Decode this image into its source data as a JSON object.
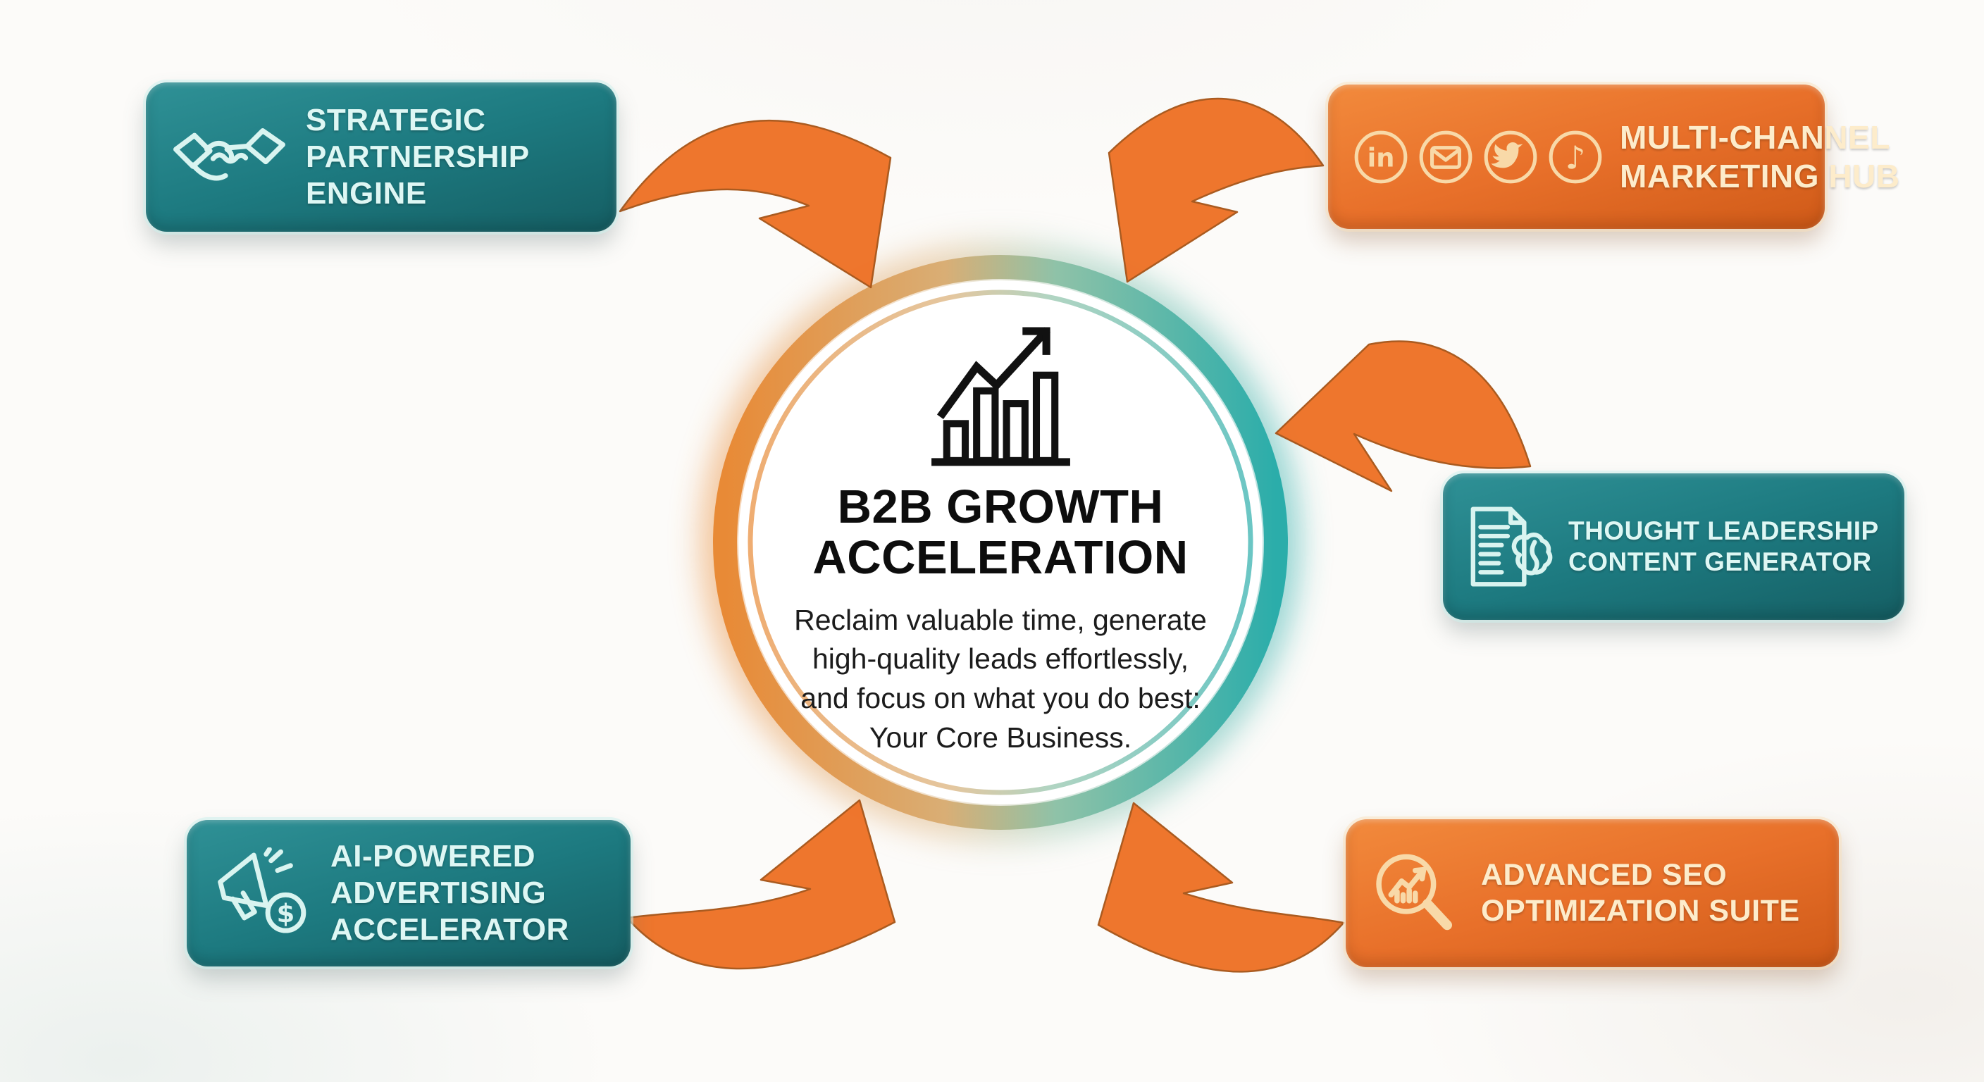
{
  "center": {
    "icon": "growth-chart-icon",
    "title_lines": [
      "B2B GROWTH",
      "ACCELERATION"
    ],
    "desc_lines": [
      "Reclaim valuable time, generate",
      "high-quality leads effortlessly,",
      "and focus on what you do best:",
      "Your Core Business."
    ]
  },
  "nodes": [
    {
      "id": "strategic-partnership-engine",
      "position": "top-left",
      "variant": "teal",
      "icon": "handshake-icon",
      "lines": [
        "STRATEGIC",
        "PARTNERSHIP",
        "ENGINE"
      ]
    },
    {
      "id": "multi-channel-marketing-hub",
      "position": "top-right",
      "variant": "orange",
      "icon": "social-channels-icon",
      "sub_icons": [
        "linkedin-icon",
        "email-icon",
        "twitter-icon",
        "tiktok-icon"
      ],
      "glyphs": {
        "linkedin": "in",
        "tiktok": "♪"
      },
      "lines": [
        "MULTI-CHANNEL",
        "MARKETING HUB"
      ]
    },
    {
      "id": "thought-leadership-content-generator",
      "position": "middle-right",
      "variant": "teal",
      "icon": "document-brain-icon",
      "lines": [
        "THOUGHT LEADERSHIP",
        "CONTENT GENERATOR"
      ]
    },
    {
      "id": "ai-powered-advertising-accelerator",
      "position": "bottom-left",
      "variant": "teal",
      "icon": "megaphone-dollar-icon",
      "glyphs": {
        "dollar": "$"
      },
      "lines": [
        "AI-POWERED",
        "ADVERTISING",
        "ACCELERATOR"
      ]
    },
    {
      "id": "advanced-seo-optimization-suite",
      "position": "bottom-right",
      "variant": "orange",
      "icon": "seo-magnifier-icon",
      "lines": [
        "ADVANCED SEO",
        "OPTIMIZATION SUITE"
      ]
    }
  ],
  "colors": {
    "teal_box": "#1d7a80",
    "orange_box": "#e8702a",
    "arrow": "#ee7227",
    "ring_left": "#e88a36",
    "ring_right": "#2badaa",
    "center_text": "#0d0d0d",
    "background": "#fcfbf9"
  }
}
